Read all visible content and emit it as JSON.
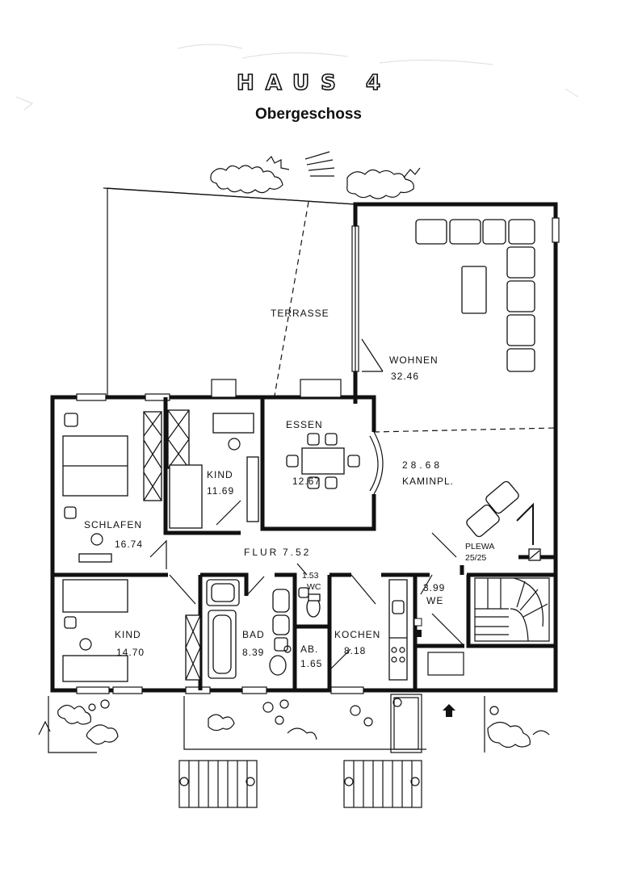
{
  "header": {
    "building": "HAUS 4",
    "floor": "Obergeschoss"
  },
  "rooms": {
    "terrasse": "TERRASSE",
    "wohnen": {
      "name": "WOHNEN",
      "area": "32.46"
    },
    "essen": {
      "name": "ESSEN",
      "area": "12.67"
    },
    "kaminpl": {
      "area": "28.68",
      "name": "KAMINPL."
    },
    "kind1": {
      "name": "KIND",
      "area": "11.69"
    },
    "schlafen": {
      "name": "SCHLAFEN",
      "area": "16.74"
    },
    "flur": {
      "name": "FLUR",
      "area": "7.52"
    },
    "plewa": {
      "name": "PLEWA",
      "size": "25/25"
    },
    "we": {
      "area": "3.99",
      "name": "WE"
    },
    "wc": {
      "area": "1.53",
      "name": "WC"
    },
    "kind2": {
      "name": "KIND",
      "area": "14.70"
    },
    "bad": {
      "name": "BAD",
      "area": "8.39"
    },
    "ab": {
      "name": "AB.",
      "area": "1.65"
    },
    "kochen": {
      "name": "KOCHEN",
      "area": "8.18"
    }
  }
}
